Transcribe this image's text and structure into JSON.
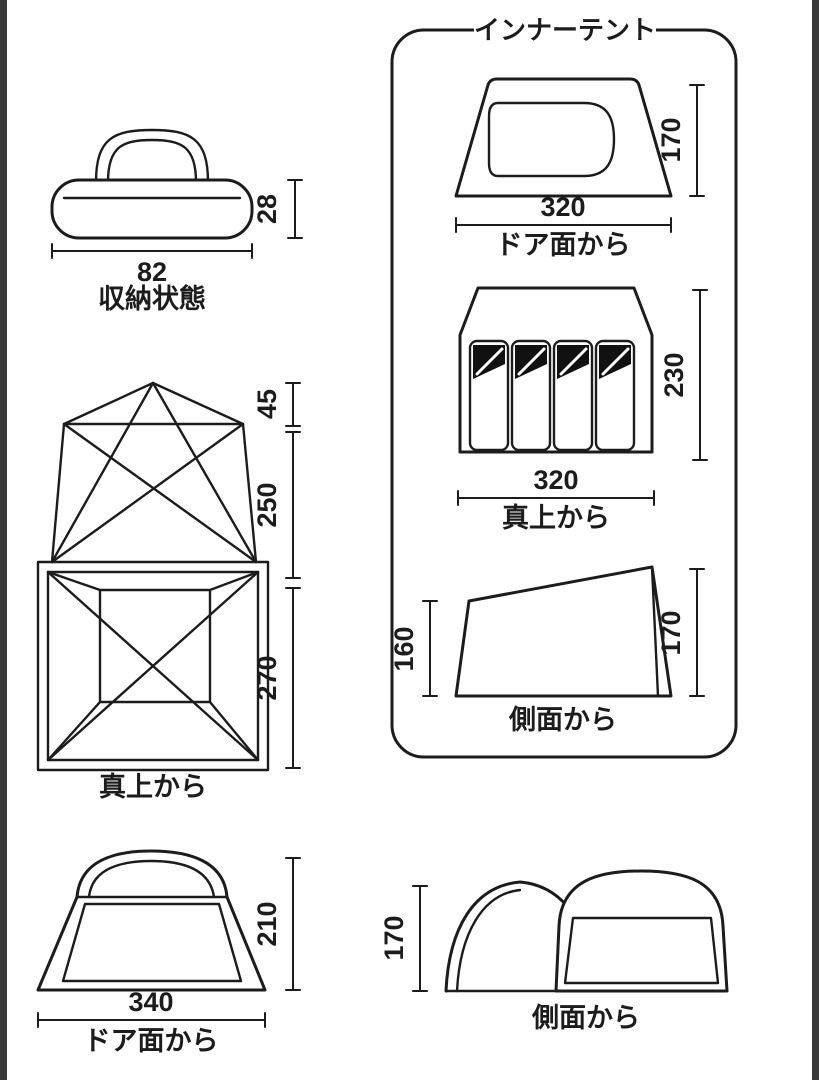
{
  "colors": {
    "ink": "#1c1c1c",
    "background": "#ffffff",
    "edge_border": "#3a3a3a",
    "mat_fill": "#111111"
  },
  "storage": {
    "caption": "収納状態",
    "width": "82",
    "height": "28"
  },
  "frame_top_view": {
    "caption": "真上から",
    "peak_depth": "45",
    "mid_depth": "250",
    "main_depth": "270"
  },
  "full_tent_front": {
    "caption": "ドア面から",
    "width": "340",
    "height": "210"
  },
  "full_tent_side": {
    "caption": "側面から",
    "height": "170"
  },
  "inner_tent": {
    "title": "インナーテント",
    "front_view": {
      "caption": "ドア面から",
      "width": "320",
      "height": "170"
    },
    "top_view": {
      "caption": "真上から",
      "width": "320",
      "depth": "230"
    },
    "side_view": {
      "caption": "側面から",
      "rear_height": "160",
      "front_height": "170"
    }
  }
}
